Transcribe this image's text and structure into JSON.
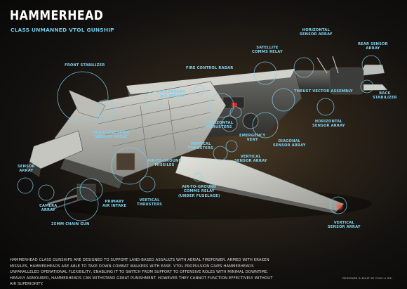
{
  "header": {
    "title": "HAMMERHEAD",
    "subtitle": "CLASS UNMANNED VTOL GUNSHIP"
  },
  "callouts": [
    {
      "id": "front-stabilizer",
      "text": "FRONT STABILIZER"
    },
    {
      "id": "fire-control-radar",
      "text": "FIRE CONTROL RADAR"
    },
    {
      "id": "satellite-comms-relay",
      "text": "SATELLITE\nCOMMS RELAY"
    },
    {
      "id": "horizontal-sensor-array-top",
      "text": "HORIZONTAL\nSENSOR ARRAY"
    },
    {
      "id": "rear-sensor-array",
      "text": "REAR SENSOR\nARRAY"
    },
    {
      "id": "thrust-vector-assembly",
      "text": "THRUST VECTOR ASSEMBLY"
    },
    {
      "id": "back-stabilizer",
      "text": "BACK\nSTABILIZER"
    },
    {
      "id": "secondary-air-intake",
      "text": "SECONDARY\nAIR INTAKE"
    },
    {
      "id": "horizontal-sensor-array-right",
      "text": "HORIZONTAL\nSENSOR ARRAY"
    },
    {
      "id": "multispectrum-sensor-array",
      "text": "MULTISPECTRUM\nSENSOR ARRAY"
    },
    {
      "id": "horizontal-thrusters",
      "text": "HORIZONTAL\nTHRUSTERS"
    },
    {
      "id": "emergency-vent",
      "text": "EMERGENCY\nVENT"
    },
    {
      "id": "diagonal-sensor-array",
      "text": "DIAGONAL\nSENSOR ARRAY"
    },
    {
      "id": "vertical-thrusters-mid",
      "text": "VERTICAL\nTHRUSTERS"
    },
    {
      "id": "vertical-sensor-array-mid",
      "text": "VERTICAL\nSENSOR ARRAY"
    },
    {
      "id": "air-to-ground-missiles",
      "text": "AIR-TO-GROUND\nMISSILES"
    },
    {
      "id": "sensor-array",
      "text": "SENSOR\nARRAY"
    },
    {
      "id": "camera-array",
      "text": "CAMERA\nARRAY"
    },
    {
      "id": "primary-air-intake",
      "text": "PRIMARY\nAIR INTAKE"
    },
    {
      "id": "vertical-thrusters-low",
      "text": "VERTICAL\nTHRUSTERS"
    },
    {
      "id": "air-to-ground-comms-relay",
      "text": "AIR-TO-GROUND\nCOMMS RELAY\n(UNDER FUSELAGE)"
    },
    {
      "id": "chain-gun",
      "text": "25MM CHAIN GUN"
    },
    {
      "id": "vertical-sensor-array-wing",
      "text": "VERTICAL\nSENSOR ARRAY"
    }
  ],
  "description": "HAMMERHEAD CLASS GUNSHIPS ARE DESIGNED TO SUPPORT LAND-BASED ASSAULTS WITH AERIAL FIREPOWER. ARMED WITH KRAKEN MISSILES, HAMMERHEADS ARE ABLE TO TAKE DOWN COMBAT WALKERS WITH EASE. VTOL PROPULSION GIVES HAMMERHEADS UNPARALLELED OPERATIONAL FLEXIBILITY, ENABLING IT TO SWITCH FROM SUPPORT TO OFFENSIVE ROLES WITH MINIMAL DOWNTIME. HEAVILY ARMOURED, HAMMERHEADS CAN WITHSTAND GREAT PUNISHMENT. HOWEVER THEY CANNOT FUNCTION EFFECTIVELY WITHOUT AIR SUPERIORITY.",
  "credit": "DESIGNED & BUILT BY CHIN LI ZHI",
  "colors": {
    "accent": "#7fd0ec",
    "title": "#ffffff",
    "warning_light": "#c0302a"
  }
}
